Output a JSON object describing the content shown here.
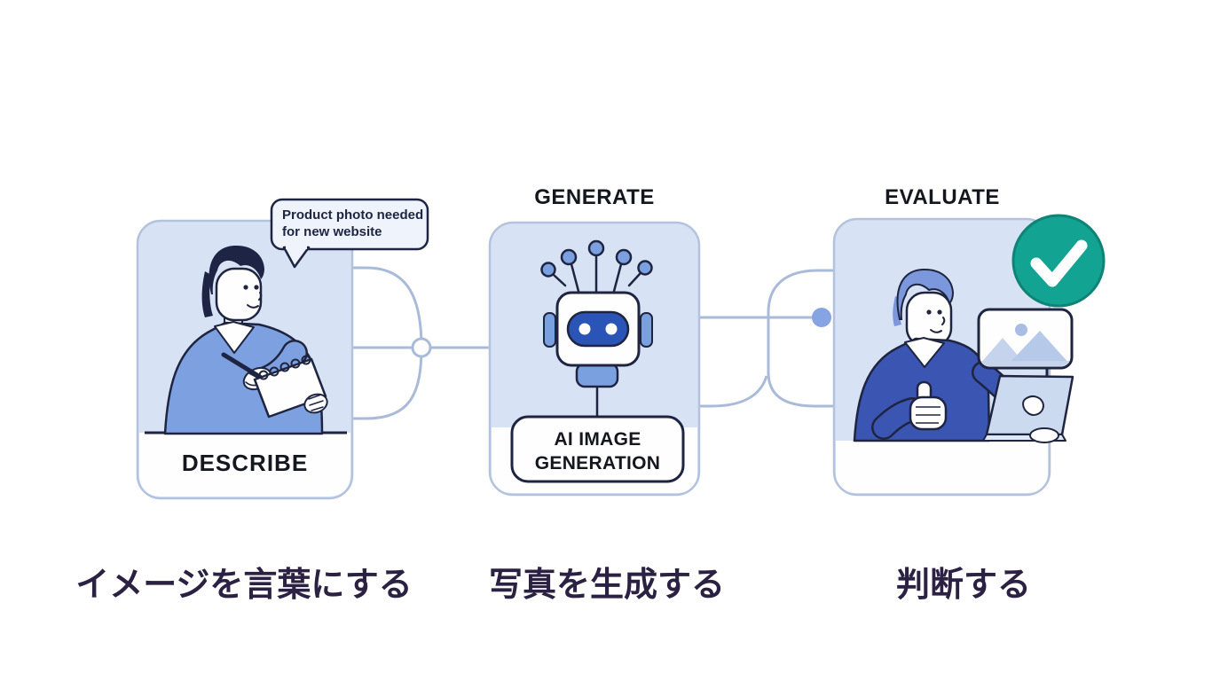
{
  "figure": {
    "bubble": {
      "line1": "Product photo needed",
      "line2": "for new website"
    },
    "steps": {
      "describe": {
        "panel_label": "DESCRIBE",
        "caption": "イメージを言葉にする"
      },
      "generate": {
        "heading": "GENERATE",
        "box_line1": "AI IMAGE",
        "box_line2": "GENERATION",
        "caption": "写真を生成する"
      },
      "evaluate": {
        "heading": "EVALUATE",
        "caption": "判断する"
      }
    },
    "icons": {
      "robot": "robot-head-icon",
      "check": "check-circle-icon",
      "thumbnail": "image-thumbnail-icon",
      "laptop": "laptop-icon",
      "notepad": "notepad-icon",
      "pen": "pen-icon",
      "speech_bubble": "speech-bubble-icon",
      "connector_open_node": "open-circle-node",
      "connector_filled_node": "filled-circle-node"
    }
  },
  "colors": {
    "panel_fill": "#d7e2f5",
    "panel_stroke": "#b3c2dd",
    "connector": "#a9bbd8",
    "node_dot": "#86a3e2",
    "outline_navy": "#1f2540",
    "text_dark": "#15171e",
    "sweater_light": "#7da0e0",
    "sweater_dark": "#3a55b2",
    "hair_dark": "#1e2544",
    "hair_blue": "#7b98dd",
    "visor_blue": "#2b54b7",
    "robot_blue": "#7ba0e0",
    "teal": "#13a392",
    "teal_border": "#0e8376",
    "caption_purple": "#2b2142",
    "bubble_fill": "#eef3fc",
    "mountain_light": "#c5d3ed",
    "mountain_dark": "#b7c9e8",
    "sun_blue": "#a9bce4",
    "laptop_fill": "#ccdaf0",
    "laptop_base": "#dde7f6",
    "white": "#fefeff"
  }
}
